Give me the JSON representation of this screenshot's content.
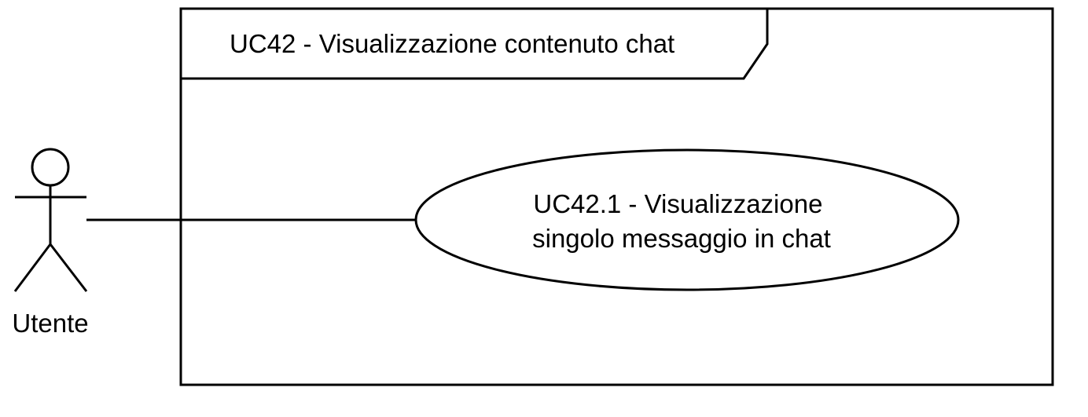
{
  "diagram": {
    "frame_title": "UC42 - Visualizzazione contenuto chat",
    "actor": {
      "name": "Utente"
    },
    "use_case": {
      "lines": [
        "UC42.1 - Visualizzazione",
        "singolo messaggio in chat"
      ]
    },
    "colors": {
      "line": "#000000",
      "background": "#ffffff",
      "text": "#000000"
    }
  }
}
